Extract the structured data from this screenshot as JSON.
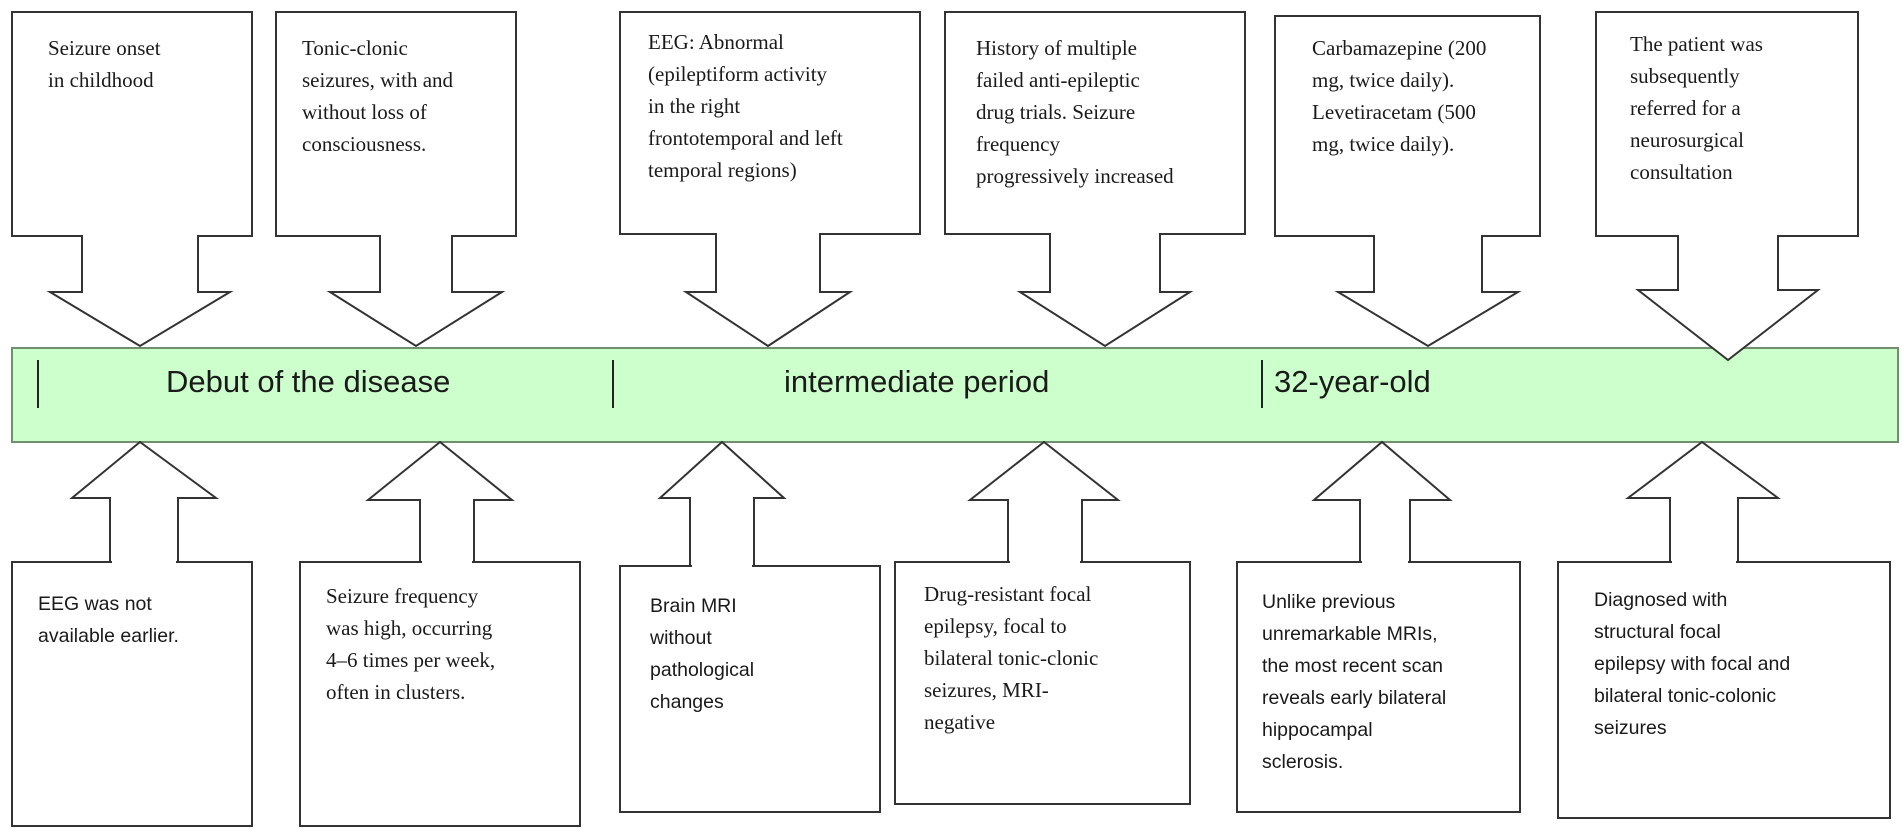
{
  "timeline": {
    "band_color": "#ccffcc",
    "periods": [
      {
        "label": "Debut of the disease"
      },
      {
        "label": "intermediate period"
      },
      {
        "label": "32-year-old"
      }
    ]
  },
  "top_callouts": [
    {
      "text": "Seizure onset\nin childhood"
    },
    {
      "text": "Tonic-clonic\nseizures, with and\nwithout loss of\nconsciousness."
    },
    {
      "text": "EEG: Abnormal\n(epileptiform activity\nin the right\nfrontotemporal and left\ntemporal regions)"
    },
    {
      "text": "History of multiple\nfailed anti-epileptic\ndrug trials. Seizure\nfrequency\nprogressively increased"
    },
    {
      "text": "Carbamazepine (200\nmg, twice daily).\nLevetiracetam (500\nmg, twice daily)."
    },
    {
      "text": "The patient was\nsubsequently\nreferred for a\nneurosurgical\nconsultation"
    }
  ],
  "bottom_callouts": [
    {
      "text": "EEG was not\navailable earlier."
    },
    {
      "text": "Seizure frequency\nwas high, occurring\n4–6 times per week,\noften in clusters."
    },
    {
      "text": "Brain MRI\nwithout\npathological\nchanges"
    },
    {
      "text": "Drug-resistant focal\nepilepsy, focal to\nbilateral tonic-clonic\nseizures, MRI-\nnegative"
    },
    {
      "text": "Unlike previous\nunremarkable MRIs,\nthe most recent scan\nreveals early bilateral\nhippocampal\nsclerosis."
    },
    {
      "text": "Diagnosed with\nstructural focal\nepilepsy with focal and\nbilateral tonic-colonic\nseizures"
    }
  ]
}
